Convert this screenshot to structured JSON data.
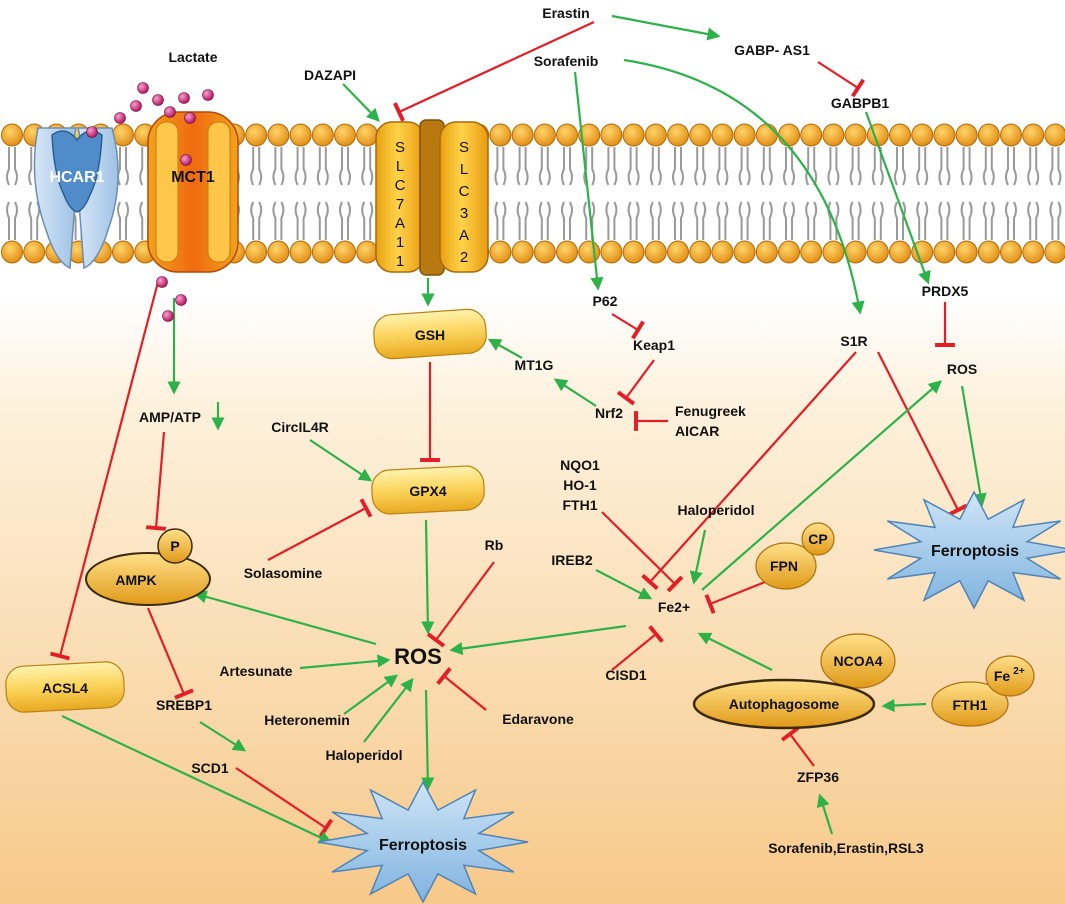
{
  "colors": {
    "activation": "#2db24a",
    "inhibition": "#e41e26",
    "membrane_head": "#f0a020",
    "node_fill": "#fbd35a",
    "background_bottom": "#f7c98a",
    "hcar1": "#5b9bd5",
    "mct1": "#f07a1a",
    "ferroptosis_burst": "#9cc6e8",
    "lactate_dot": "#c0186a"
  },
  "labels": {
    "lactate": "Lactate",
    "dazapi": "DAZAPI",
    "erastin_top": "Erastin",
    "sorafenib_top": "Sorafenib",
    "gabp_as1": "GABP- AS1",
    "gabpb1": "GABPB1",
    "hcar1": "HCAR1",
    "mct1": "MCT1",
    "slc7a11": "SLC7A11",
    "slc3a2": "SLC3A2",
    "gsh": "GSH",
    "mt1g": "MT1G",
    "p62": "P62",
    "keap1": "Keap1",
    "nrf2": "Nrf2",
    "fenugreek": "Fenugreek",
    "aicar": "AICAR",
    "prdx5": "PRDX5",
    "s1r": "S1R",
    "ros_right": "ROS",
    "amp_atp": "AMP/ATP",
    "circil4r": "CircIL4R",
    "gpx4": "GPX4",
    "nqo1": "NQO1",
    "ho1": "HO-1",
    "fth1_nrf": "FTH1",
    "haloperidol_mid": "Haloperidol",
    "p_badge": "P",
    "ampk": "AMPK",
    "solasomine": "Solasomine",
    "rb": "Rb",
    "ireb2": "IREB2",
    "fpn": "FPN",
    "cp": "CP",
    "ferroptosis_right": "Ferroptosis",
    "fe2": "Fe2+",
    "ros_center": "ROS",
    "acsl4": "ACSL4",
    "artesunate": "Artesunate",
    "cisd1": "CISD1",
    "ncoa4": "NCOA4",
    "autophagosome": "Autophagosome",
    "fe_badge_base": "Fe",
    "fe_badge_sup": "2+",
    "fth1_auto": "FTH1",
    "srebp1": "SREBP1",
    "heteronemin": "Heteronemin",
    "edaravone": "Edaravone",
    "scd1": "SCD1",
    "haloperidol_low": "Haloperidol",
    "zfp36": "ZFP36",
    "ferroptosis_bottom": "Ferroptosis",
    "combo_drugs": "Sorafenib,Erastin,RSL3"
  }
}
